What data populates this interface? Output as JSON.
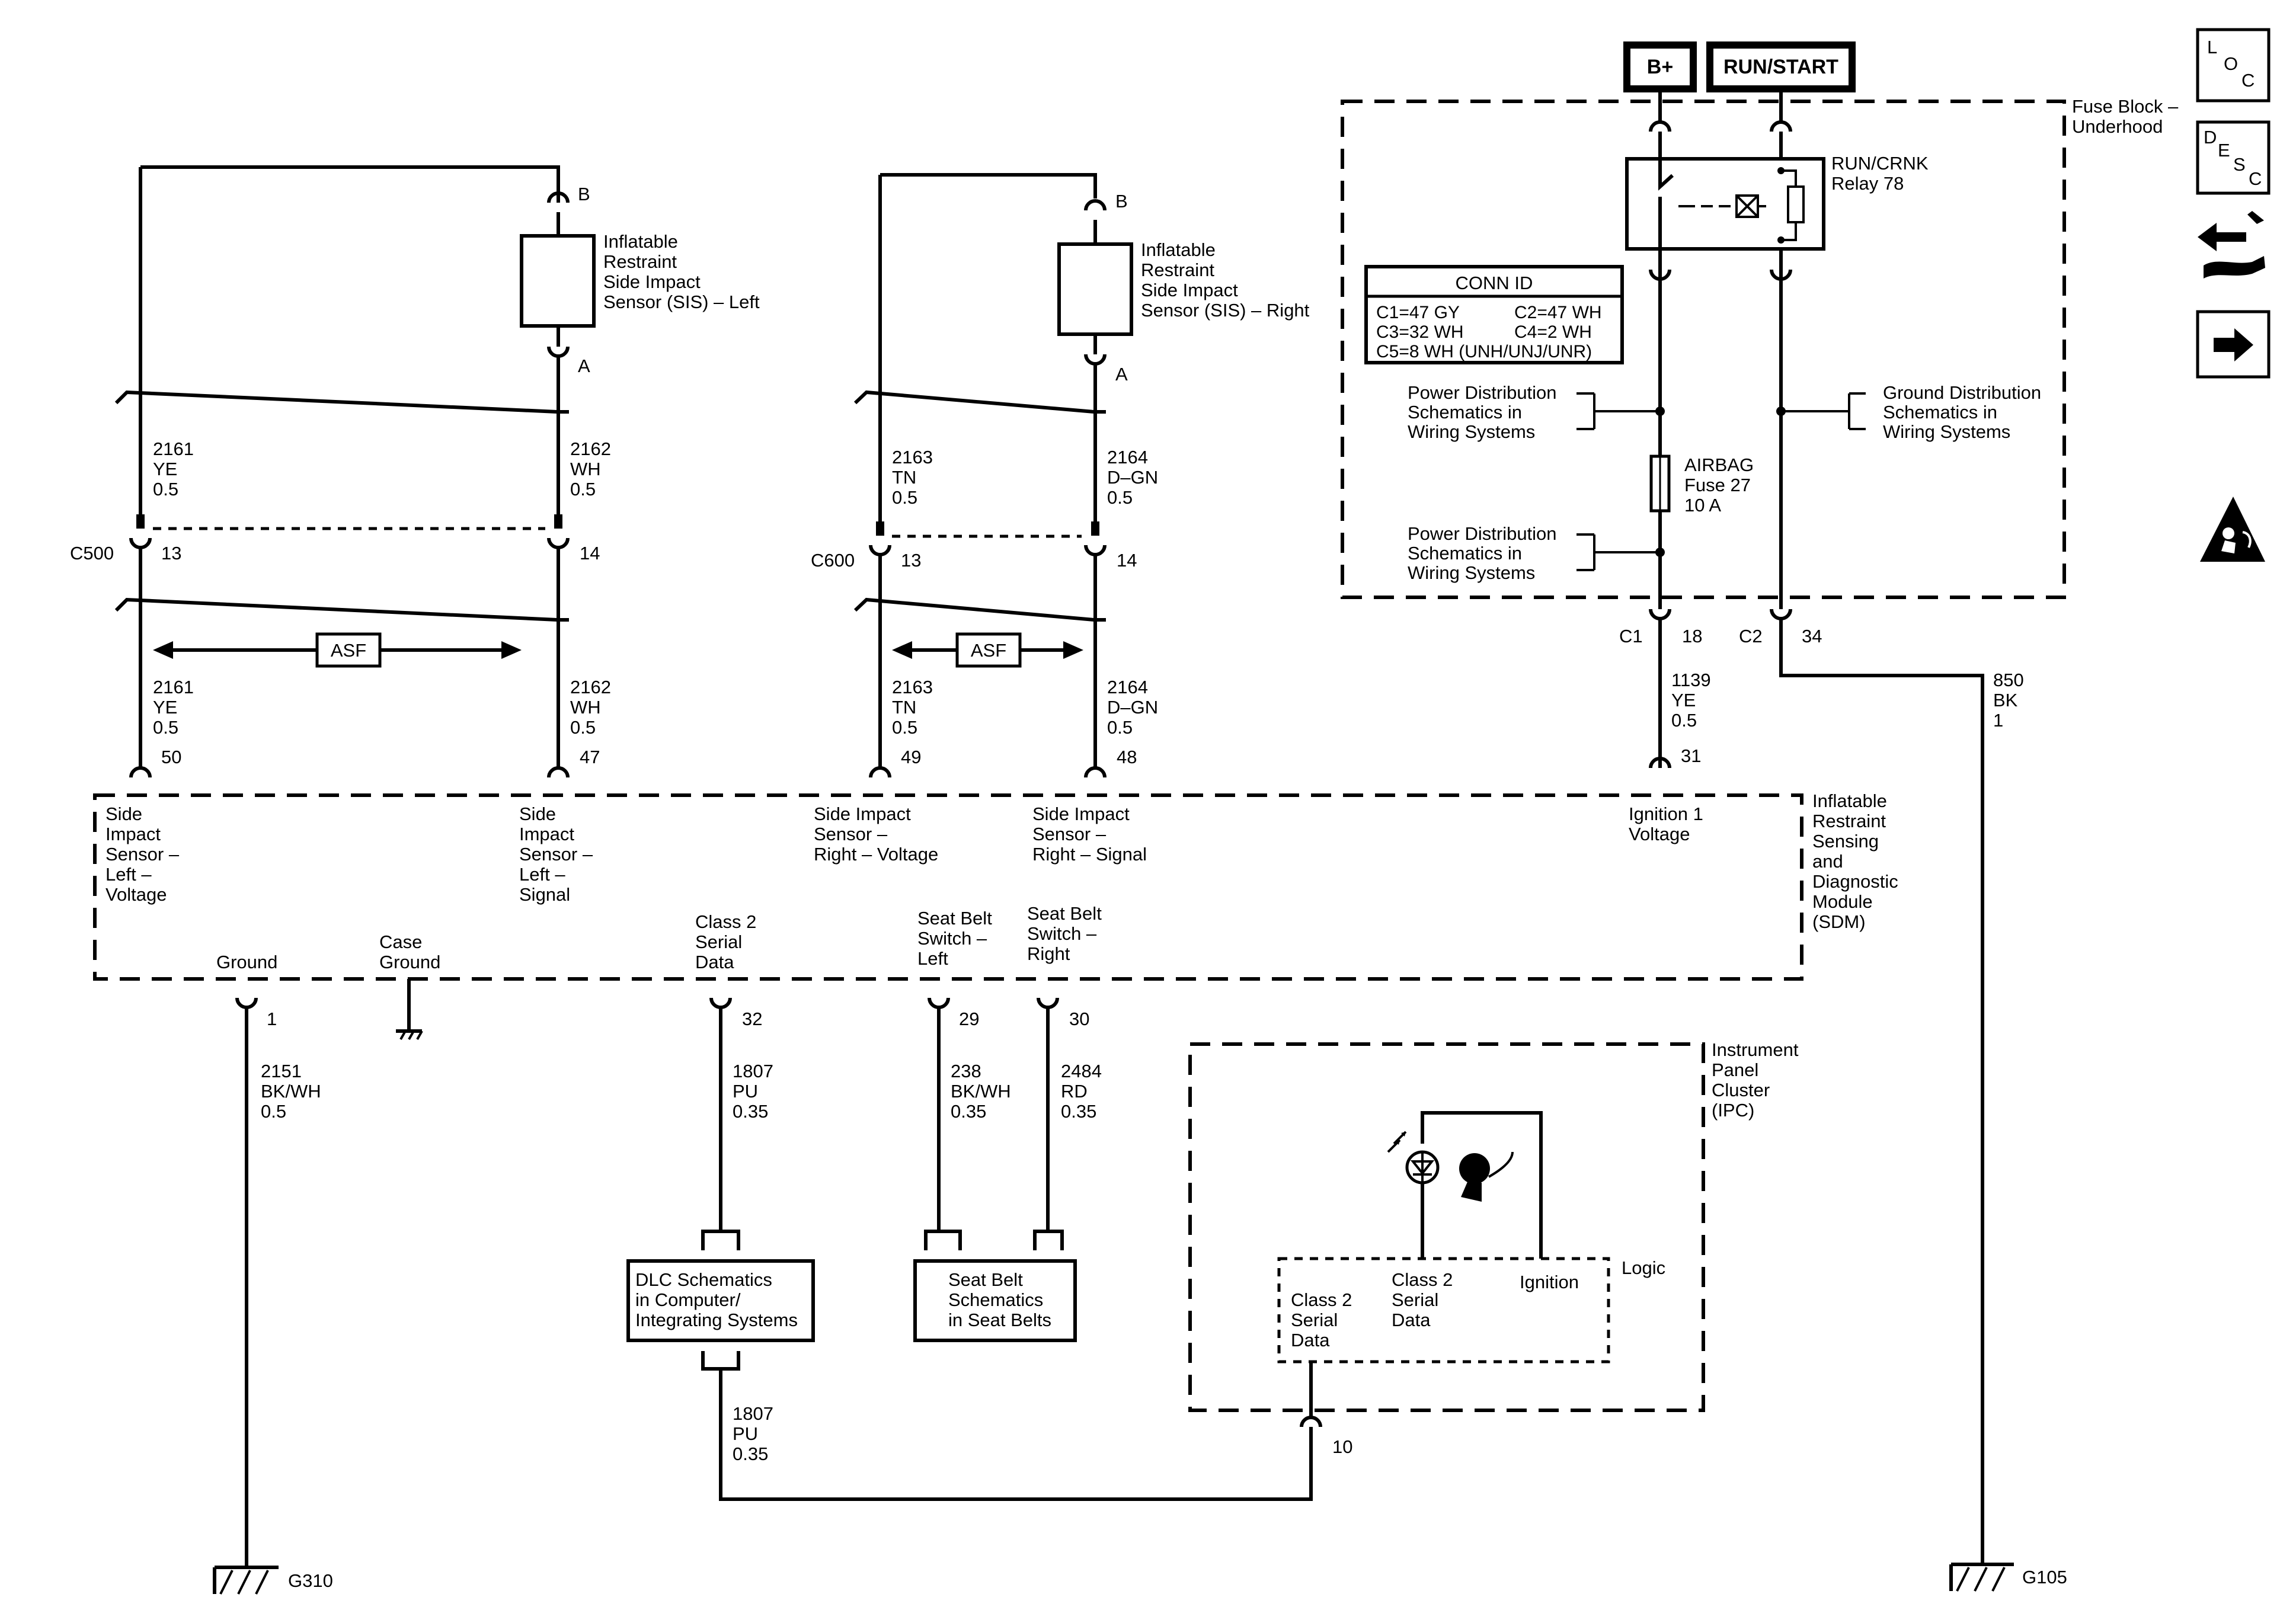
{
  "power": {
    "bplus": "B+",
    "runstart": "RUN/START"
  },
  "fuse_block": {
    "title": [
      "Fuse Block –",
      "Underhood"
    ],
    "relay": [
      "RUN/CRNK",
      "Relay 78"
    ],
    "conn_id": {
      "title": "CONN ID",
      "rows": [
        [
          "C1=47 GY",
          "C2=47 WH"
        ],
        [
          "C3=32 WH",
          "C4=2 WH"
        ],
        [
          "C5=8 WH (UNH/UNJ/UNR)",
          ""
        ]
      ]
    },
    "power_dist_1": [
      "Power Distribution",
      "Schematics in",
      "Wiring Systems"
    ],
    "power_dist_2": [
      "Power Distribution",
      "Schematics in",
      "Wiring Systems"
    ],
    "ground_dist": [
      "Ground Distribution",
      "Schematics in",
      "Wiring Systems"
    ],
    "fuse": [
      "AIRBAG",
      "Fuse 27",
      "10 A"
    ],
    "c1": "C1",
    "c1_pin": "18",
    "c2": "C2",
    "c2_pin": "34"
  },
  "sis_left": {
    "title": [
      "Inflatable",
      "Restraint",
      "Side Impact",
      "Sensor (SIS) – Left"
    ],
    "pin_b": "B",
    "pin_a": "A",
    "wire_a": [
      "2161",
      "YE",
      "0.5"
    ],
    "wire_b": [
      "2162",
      "WH",
      "0.5"
    ],
    "conn": "C500",
    "pin13": "13",
    "pin14": "14",
    "asf": "ASF",
    "wire_c": [
      "2161",
      "YE",
      "0.5"
    ],
    "wire_d": [
      "2162",
      "WH",
      "0.5"
    ],
    "sdm_pin_1": "50",
    "sdm_pin_2": "47"
  },
  "sis_right": {
    "title": [
      "Inflatable",
      "Restraint",
      "Side Impact",
      "Sensor (SIS) – Right"
    ],
    "pin_b": "B",
    "pin_a": "A",
    "wire_a": [
      "2163",
      "TN",
      "0.5"
    ],
    "wire_b": [
      "2164",
      "D–GN",
      "0.5"
    ],
    "conn": "C600",
    "pin13": "13",
    "pin14": "14",
    "asf": "ASF",
    "wire_c": [
      "2163",
      "TN",
      "0.5"
    ],
    "wire_d": [
      "2164",
      "D–GN",
      "0.5"
    ],
    "sdm_pin_1": "49",
    "sdm_pin_2": "48"
  },
  "ign_wire": {
    "wire": [
      "1139",
      "YE",
      "0.5"
    ],
    "pin": "31"
  },
  "gnd_wire_850": [
    "850",
    "BK",
    "1"
  ],
  "sdm": {
    "title": [
      "Inflatable",
      "Restraint",
      "Sensing",
      "and",
      "Diagnostic",
      "Module",
      "(SDM)"
    ],
    "t1": [
      "Side",
      "Impact",
      "Sensor –",
      "Left –",
      "Voltage"
    ],
    "t2": [
      "Side",
      "Impact",
      "Sensor –",
      "Left –",
      "Signal"
    ],
    "t3": [
      "Side Impact",
      "Sensor –",
      "Right – Voltage"
    ],
    "t4": [
      "Side Impact",
      "Sensor –",
      "Right – Signal"
    ],
    "t5": [
      "Ignition 1",
      "Voltage"
    ],
    "b1": [
      "Ground"
    ],
    "b2": [
      "Case",
      "Ground"
    ],
    "b3": [
      "Class 2",
      "Serial",
      "Data"
    ],
    "b4": [
      "Seat Belt",
      "Switch –",
      "Left"
    ],
    "b5": [
      "Seat Belt",
      "Switch –",
      "Right"
    ],
    "bp1": "1",
    "bp3": "32",
    "bp4": "29",
    "bp5": "30"
  },
  "bottom_wires": {
    "w1": [
      "2151",
      "BK/WH",
      "0.5"
    ],
    "w3": [
      "1807",
      "PU",
      "0.35"
    ],
    "w4": [
      "238",
      "BK/WH",
      "0.35"
    ],
    "w5": [
      "2484",
      "RD",
      "0.35"
    ],
    "w6": [
      "1807",
      "PU",
      "0.35"
    ]
  },
  "dlc": [
    "DLC Schematics",
    "in Computer/",
    "Integrating Systems"
  ],
  "seatbelt": [
    "Seat Belt",
    "Schematics",
    "in Seat Belts"
  ],
  "ipc": {
    "title": [
      "Instrument",
      "Panel",
      "Cluster",
      "(IPC)"
    ],
    "logic": "Logic",
    "l1": [
      "Class 2",
      "Serial",
      "Data"
    ],
    "l2": [
      "Class 2",
      "Serial",
      "Data"
    ],
    "l3": [
      "Ignition"
    ],
    "pin": "10"
  },
  "grounds": {
    "g310": "G310",
    "g105": "G105"
  },
  "nav": {
    "loc": [
      "L",
      "O",
      "C"
    ],
    "desc": [
      "D",
      "E",
      "S",
      "C"
    ]
  }
}
